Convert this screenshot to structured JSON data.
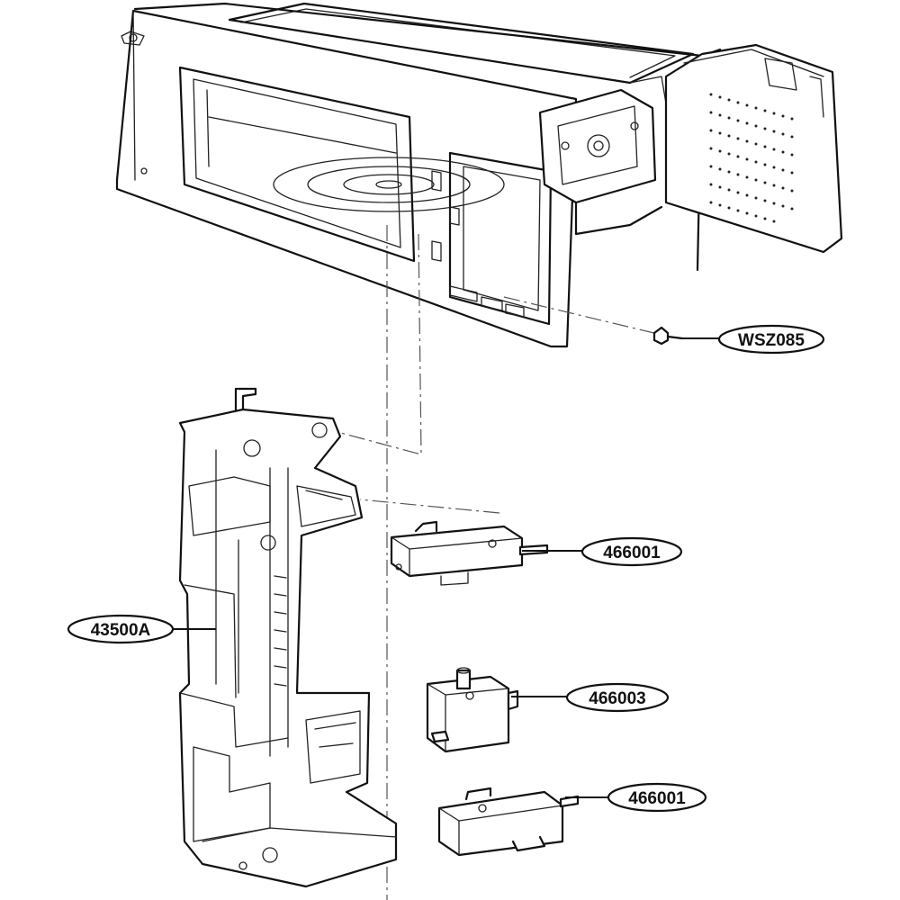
{
  "callouts": {
    "screw": "WSZ085",
    "latch_holder": "43500A",
    "switch_primary": "466001",
    "switch_monitor": "466003",
    "switch_secondary": "466001"
  }
}
